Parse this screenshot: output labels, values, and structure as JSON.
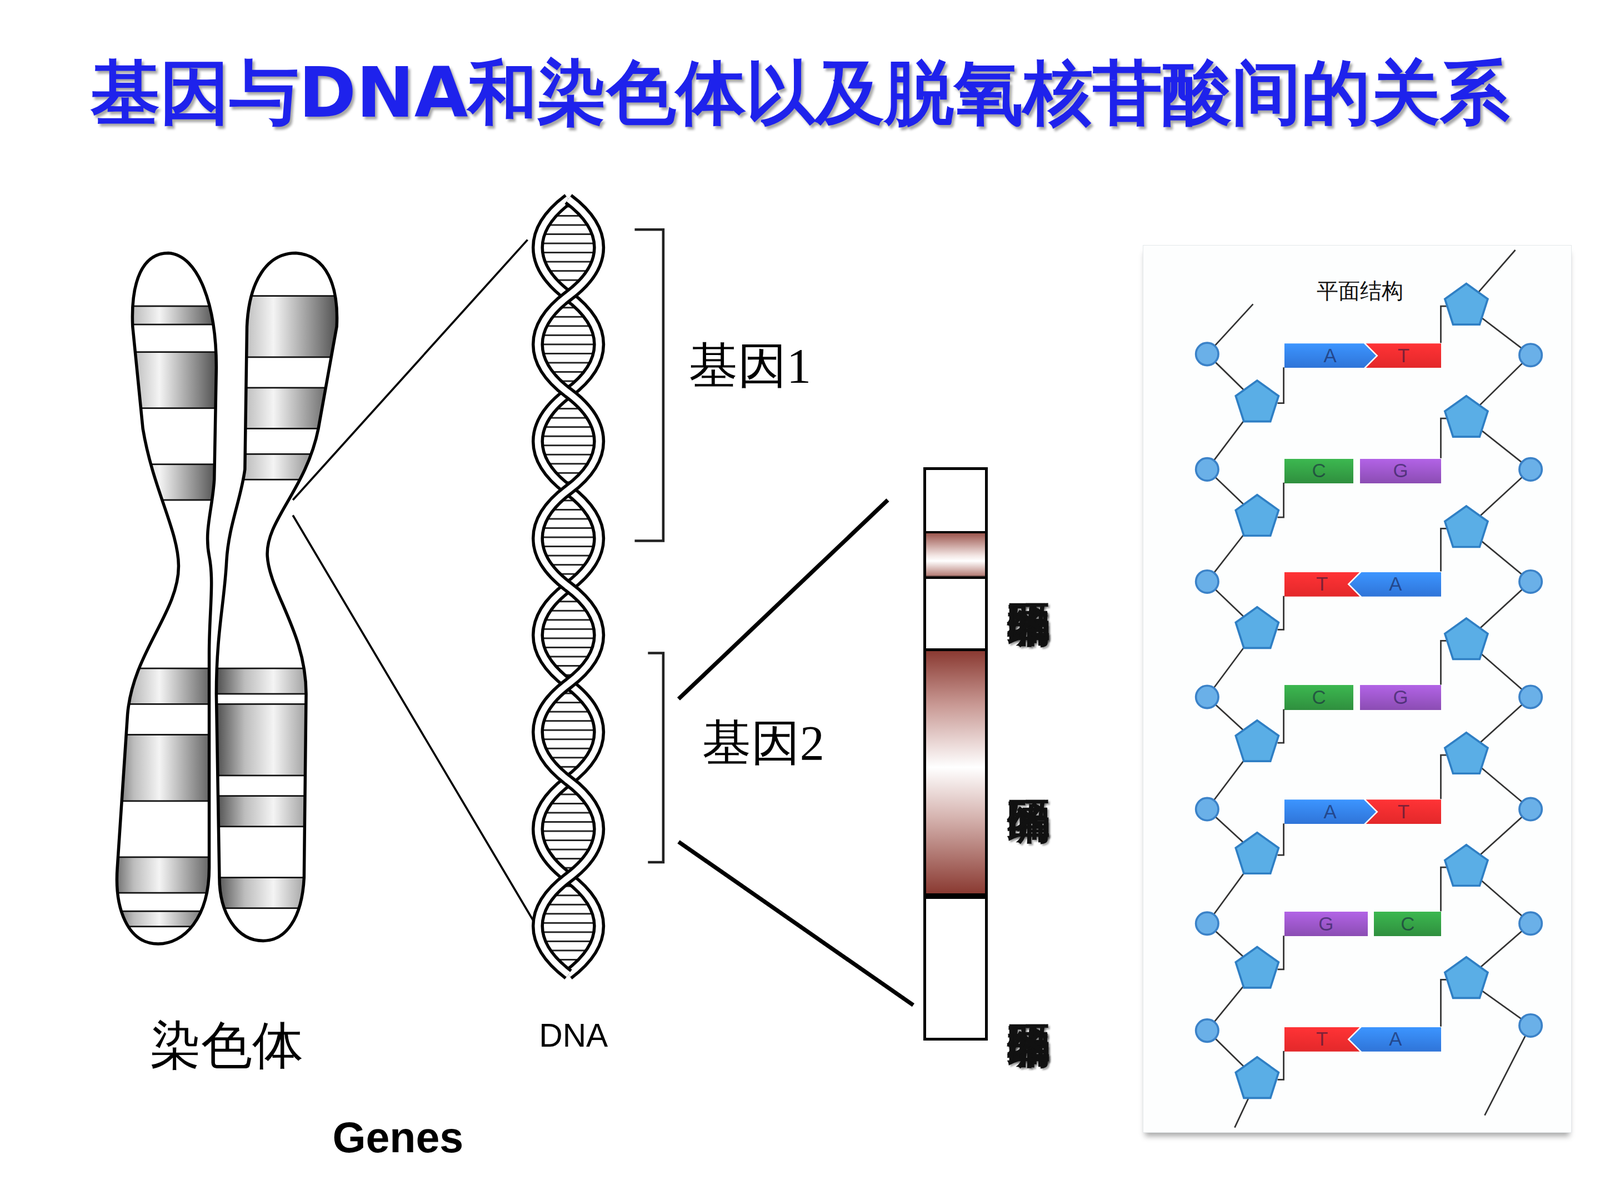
{
  "diagram": {
    "title": "基因与DNA和染色体以及脱氧核苷酸间的关系",
    "nodes": [
      {
        "text": [
          "非编码区"
        ]
      },
      {
        "text": [
          "编码区"
        ]
      },
      {
        "text": [
          "非编码区"
        ]
      },
      {
        "text": [
          "平面结构"
        ]
      },
      {
        "text": [
          "A"
        ],
        "in": 3
      },
      {
        "text": [
          "T"
        ],
        "in": 3
      },
      {
        "text": [
          "C"
        ],
        "in": 3
      },
      {
        "text": [
          "G"
        ],
        "in": 3
      },
      {
        "text": [
          "T"
        ],
        "in": 3
      },
      {
        "text": [
          "A"
        ],
        "in": 3
      },
      {
        "text": [
          "C"
        ],
        "in": 3
      },
      {
        "text": [
          "G"
        ],
        "in": 3
      },
      {
        "text": [
          "A"
        ],
        "in": 3
      },
      {
        "text": [
          "T"
        ],
        "in": 3
      },
      {
        "text": [
          "G"
        ],
        "in": 3
      },
      {
        "text": [
          "C"
        ],
        "in": 3
      },
      {
        "text": [
          "T"
        ],
        "in": 3
      },
      {
        "text": [
          "A"
        ],
        "in": 3
      }
    ],
    "labels": [
      "基因1",
      "基因2",
      "染色体",
      "DNA",
      "Genes"
    ]
  }
}
